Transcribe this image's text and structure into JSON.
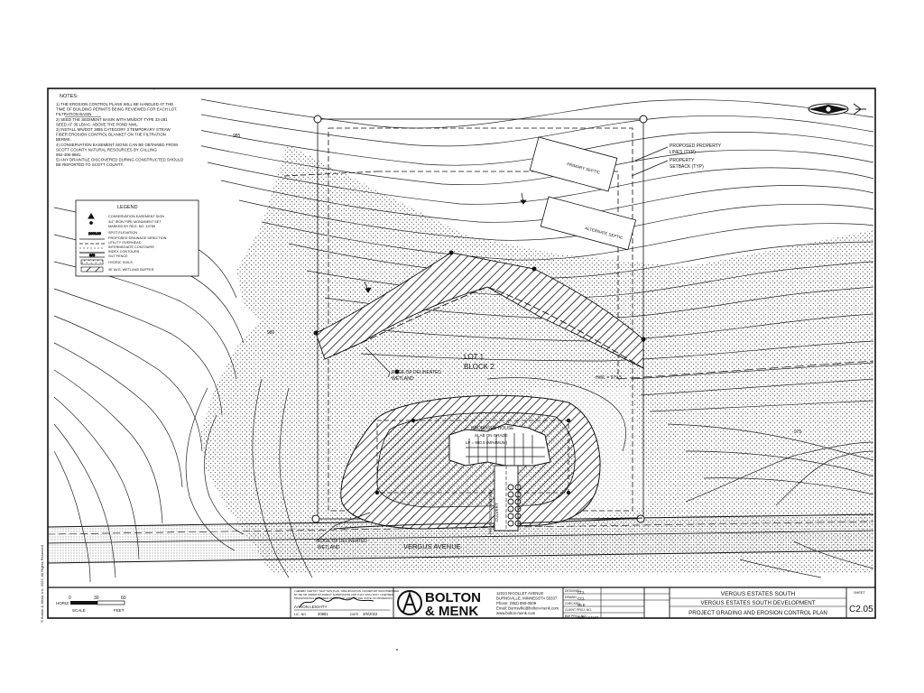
{
  "notes": {
    "title": "NOTES:",
    "items": [
      "1)  THE EROSION CONTROL PLANS WILL BE HANDLED AT THE",
      "     TIME OF BUILDING PERMITS BEING REVIEWED FOR EACH LOT.",
      "     FILTRATION BASIN",
      "2)  SEED THE SEDIMENT BASIN WITH MN/DOT TYPE 33-281",
      "     SEED AT 35 LB/AC. ABOVE THE POND NWL.",
      "3)  INSTALL MN/DOT 3885 CATEGORY 3 TEMPORARY STRAW",
      "     FIBER EROSION CONTROL BLANKET ON THE FILTRATION",
      "     BERMS.",
      "4)  CONSERVATION EASEMENT SIGNS CAN BE OBTAINED FROM",
      "     SCOTT COUNTY NATURAL RESOURCES BY CALLING",
      "     952-496-8881.",
      "5)  ANY DRAINTILE DISCOVERED DURING CONSTRUCTED SHOULD",
      "     BE REPORTED TO SCOTT COUNTY."
    ]
  },
  "legend": {
    "title": "LEGEND",
    "items": [
      "CONSERVATION EASEMENT SIGN",
      "3/4\" IRON PIPE MONUMENT SET",
      "MARKED BY REG. NO. 19789",
      "SPOT ELEVATION",
      "PROPOSED DRAINAGE DIRECTION",
      "UTILITY OVERHEAD",
      "INTERMEDIATE CONTOURS",
      "INDEX CONTOURS",
      "SILT FENCE",
      "HYDRIC SOILS",
      "30' AVG. WETLAND BUFFER"
    ],
    "spot_elev": "1006.00",
    "silt_tag": "S/S"
  },
  "plan_labels": {
    "lot": "LOT 1",
    "block": "BLOCK 2",
    "hwl": "HWL = 979.5",
    "primary_septic": "PRIMARY SEPTIC",
    "alternate_septic": "ALTERNATE SEPTIC",
    "proposed_house": "PROPOSED HOUSE",
    "slab_on_grade": "SLAB ON GRADE",
    "lf_elev": "LF = 980.5 (MINIMUM)",
    "wetland_1": "EDGE OF DELINEATED",
    "wetland_2": "WETLAND",
    "wetland_lower_1": "EDGE OF DELINEATED",
    "wetland_lower_2": "WETLAND",
    "road": "VERGUS AVENUE",
    "driveway_1": "PROPOSED DRIVEWAY",
    "driveway_2": "CULVERT",
    "contour_1": "985",
    "contour_2": "980",
    "contour_3": "975"
  },
  "callouts": {
    "property_lines_1": "PROPOSED PROPERTY",
    "property_lines_2": "LINES (TYP)",
    "setback_1": "PROPERTY",
    "setback_2": "SETBACK (TYP)"
  },
  "scale": {
    "ticks": [
      "0",
      "30",
      "60"
    ],
    "horiz_label": "HORIZ.",
    "scale_label": "SCALE",
    "feet_label": "FEET"
  },
  "title_block": {
    "cert_text": [
      "I HEREBY CERTIFY THAT THIS PLAN, SPECIFICATION, OR REPORT WAS PREPARED",
      "BY ME OR UNDER MY DIRECT SUPERVISION AND THAT I AM A DULY LICENSED",
      "PROFESSIONAL ENGINEER UNDER THE LAWS OF THE STATE OF MINNESOTA."
    ],
    "engineer_name": "AARON LEIGHTY",
    "license_no": "20881",
    "cert_date": "3/9/2022",
    "lic_label": "LIC. NO.",
    "date_label": "DATE",
    "firm_line1": "BOLTON",
    "firm_line2": "& MENK",
    "address": [
      "12224 NICOLLET AVENUE",
      "BURNSVILLE, MINNESOTA 55337",
      "Phone: (952) 890-0509",
      "Email: Burnsville@bolton-menk.com",
      "www.bolton-menk.com"
    ],
    "design_rows": [
      {
        "label": "DESIGNED",
        "value": "CCL"
      },
      {
        "label": "DRAWN",
        "value": "CCL"
      },
      {
        "label": "CHECKED",
        "value": "MLE"
      },
      {
        "label": "CLIENT PROJ. NO.",
        "value": ""
      },
      {
        "label": "BMI PROJ. NO.",
        "value": "0M0.124187"
      }
    ],
    "project_title": "VERGUS ESTATES SOUTH",
    "project_subtitle": "VERGUS ESTATES SOUTH DEVELOPMENT",
    "sheet_title": "PROJECT GRADING AND EROSION CONTROL PLAN",
    "sheet_label": "SHEET",
    "sheet_no": "C2.05"
  },
  "side_text": "© Bolton & Menk, Inc. 2022, All Rights Reserved",
  "colors": {
    "ink": "#111111",
    "paper": "#ffffff",
    "fill": "#f3f3f3"
  }
}
